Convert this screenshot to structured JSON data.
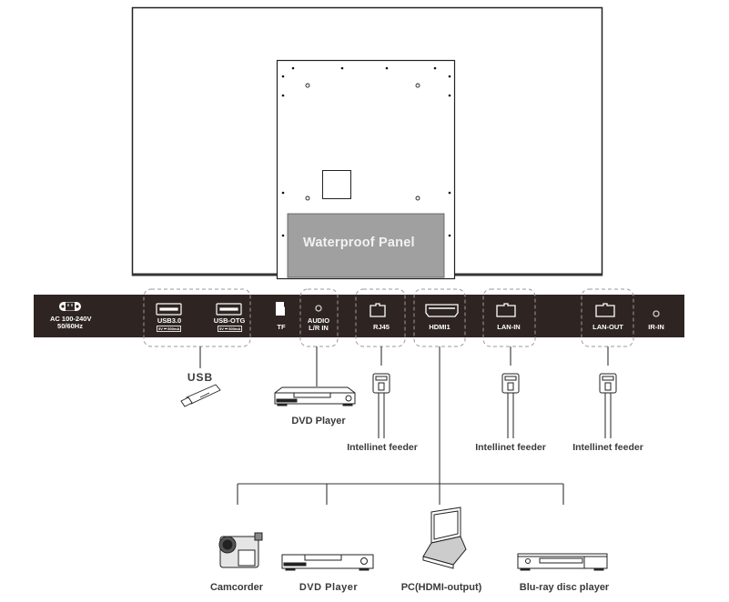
{
  "monitor": {
    "panel_label": "Waterproof Panel"
  },
  "io_strip": {
    "ports": [
      {
        "id": "power",
        "label_line1": "AC 100-240V",
        "label_line2": "50/60Hz",
        "icon": "power-socket-icon"
      },
      {
        "id": "usb3",
        "label": "USB3.0",
        "sub": "5V ⎓ 500mA",
        "icon": "usb-port-icon"
      },
      {
        "id": "usb-otg",
        "label": "USB-OTG",
        "sub": "5V ⎓ 500mA",
        "icon": "usb-port-icon"
      },
      {
        "id": "tf",
        "label": "TF",
        "icon": "sd-card-icon"
      },
      {
        "id": "audio",
        "label_line1": "AUDIO",
        "label_line2": "L/R IN",
        "icon": "audio-jack-icon"
      },
      {
        "id": "rj45",
        "label": "RJ45",
        "icon": "ethernet-port-icon"
      },
      {
        "id": "hdmi1",
        "label": "HDMI1",
        "icon": "hdmi-port-icon"
      },
      {
        "id": "lan-in",
        "label": "LAN-IN",
        "icon": "ethernet-port-icon"
      },
      {
        "id": "lan-out",
        "label": "LAN-OUT",
        "icon": "ethernet-port-icon"
      },
      {
        "id": "ir-in",
        "label": "IR-IN",
        "icon": "ir-jack-icon"
      }
    ],
    "colors": {
      "strip": "#2e2522",
      "dashed": "#9a9a9a",
      "panel": "#a0a0a0"
    }
  },
  "devices": {
    "usb": "USB",
    "dvd_audio": "DVD Player",
    "feeder_rj45": "Intellinet feeder",
    "feeder_lan_in": "Intellinet feeder",
    "feeder_lan_out": "Intellinet feeder",
    "camcorder": "Camcorder",
    "dvd_hdmi": "DVD Player",
    "pc": "PC(HDMI-output)",
    "bluray": "Blu-ray disc player"
  }
}
